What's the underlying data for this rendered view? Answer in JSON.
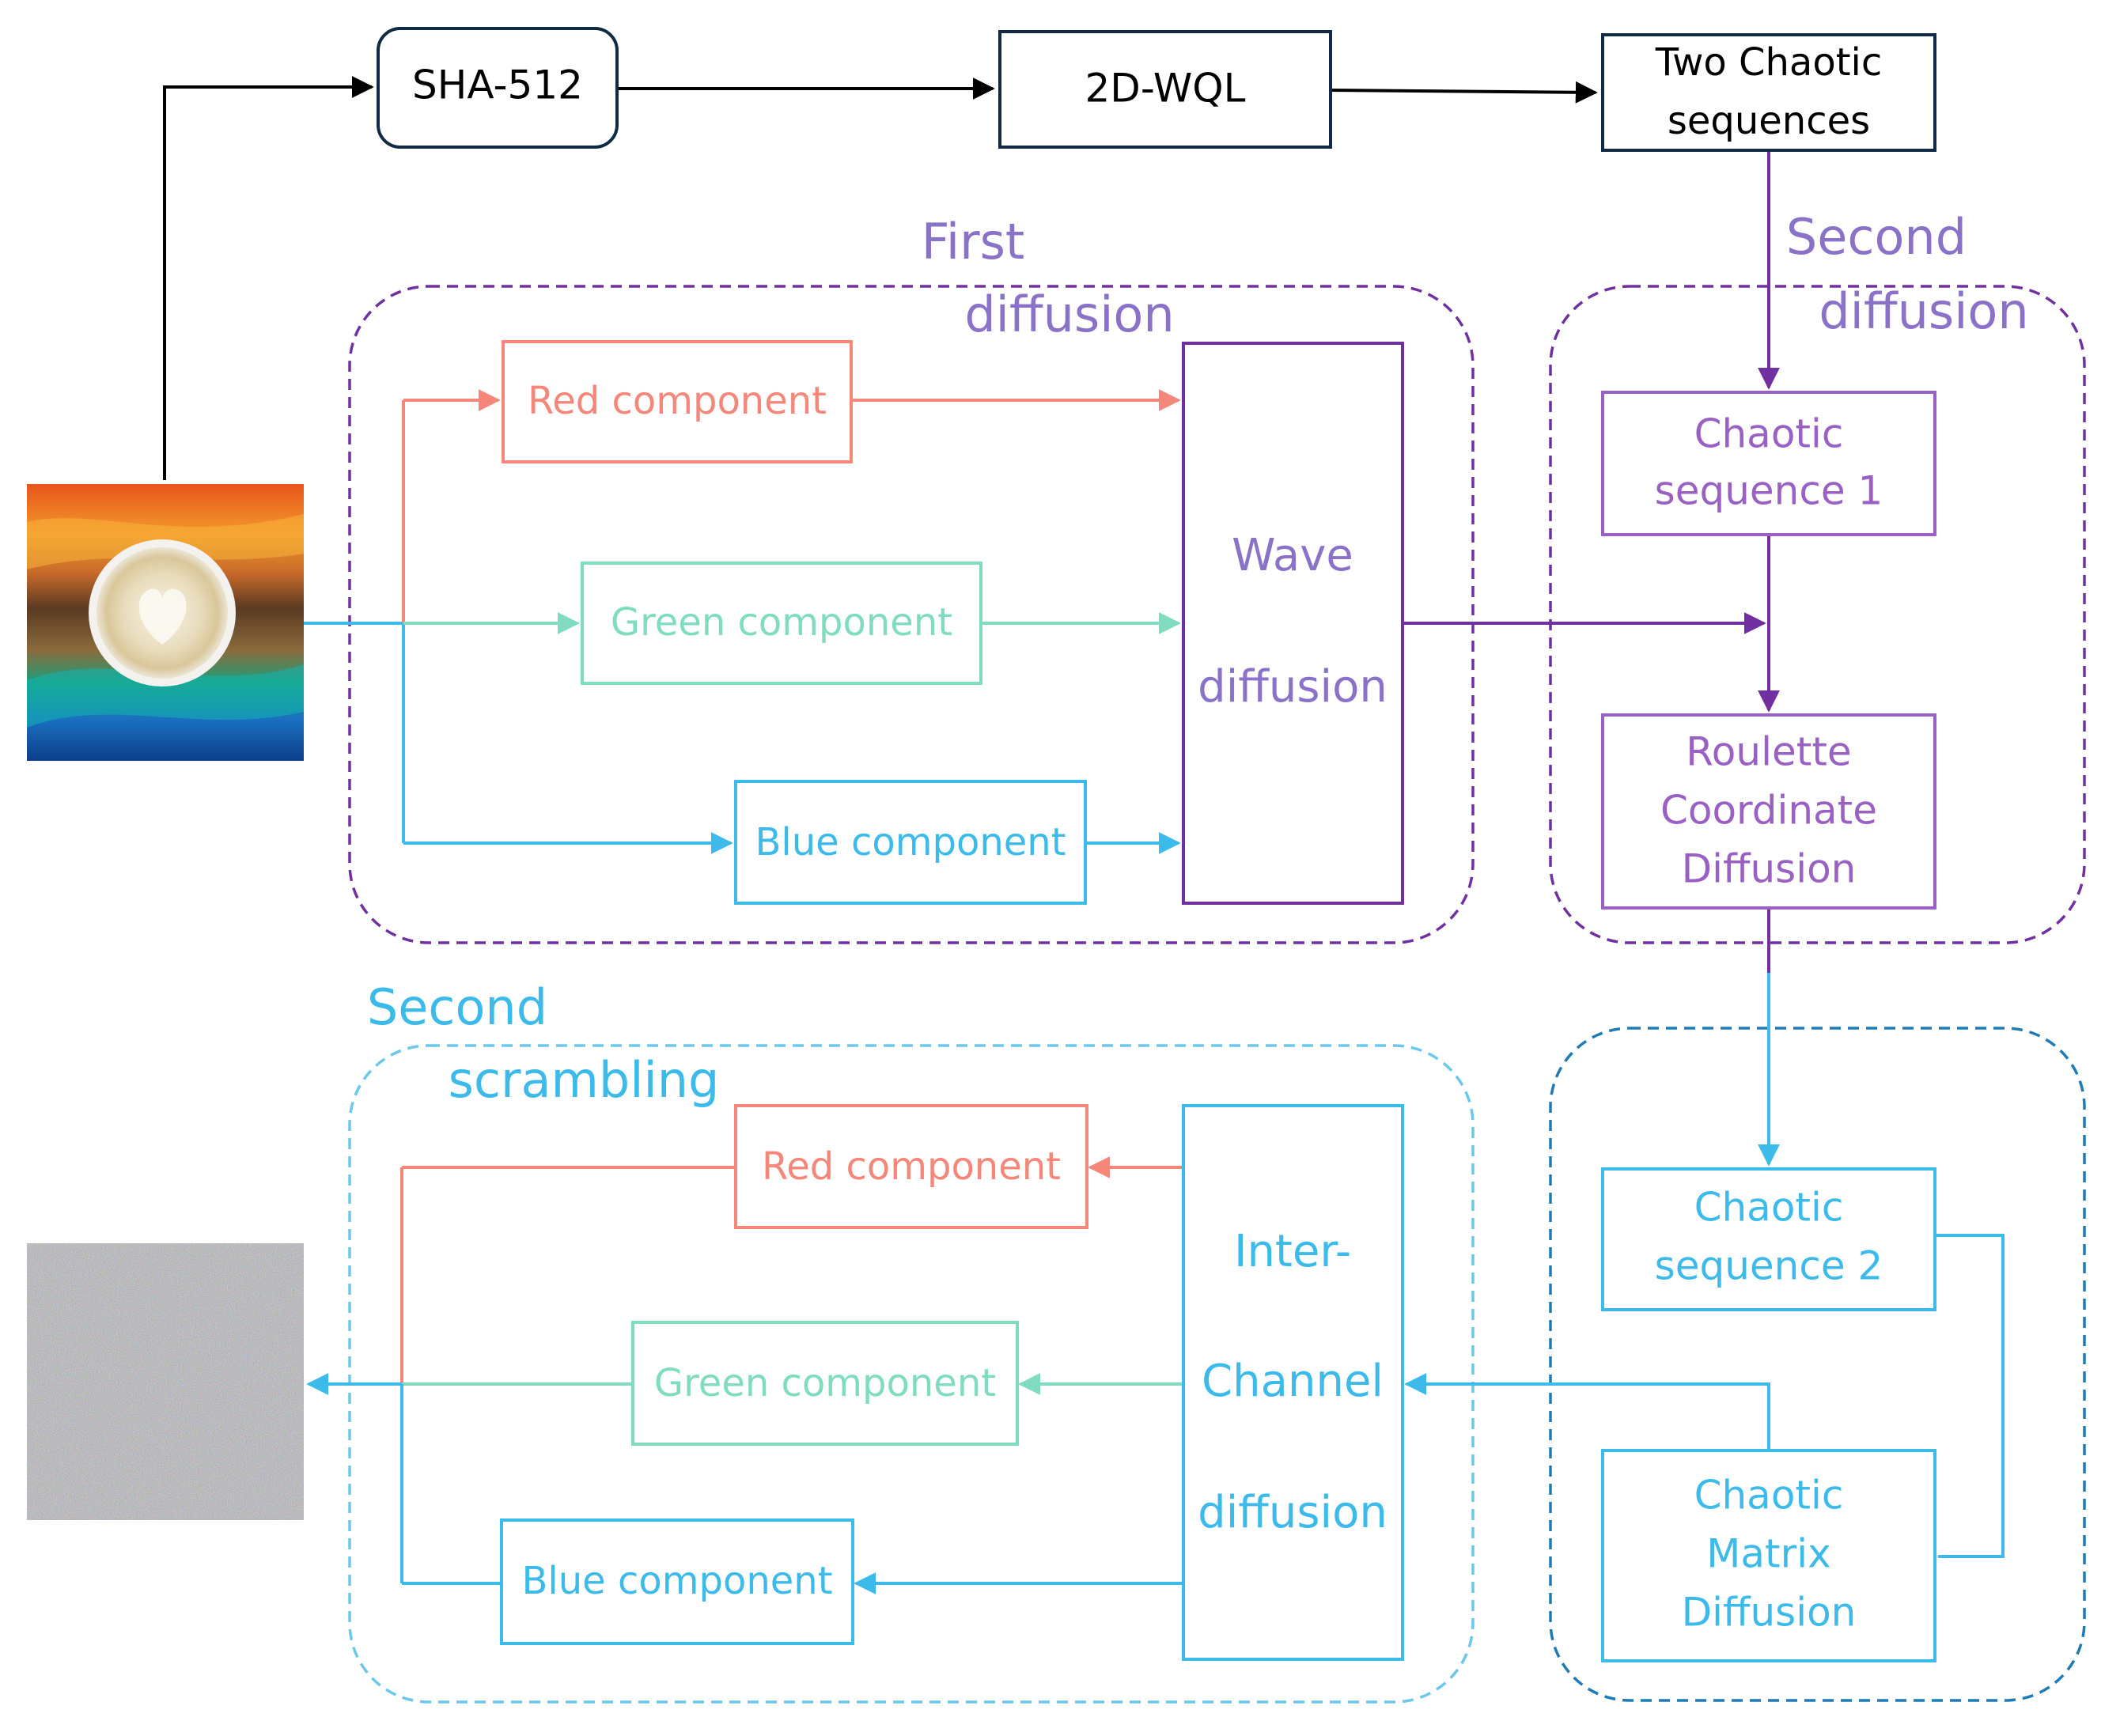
{
  "colors": {
    "black": "#000000",
    "navy": "#0f2a44",
    "purple": "#7030a0",
    "purple_text": "#8a72c8",
    "box_purple": "#9a60c4",
    "salmon": "#f4877a",
    "teal": "#7fdcc0",
    "blue": "#3cbbeb",
    "dark_blue": "#1f7ab8",
    "light_blue": "#6cc8ea"
  },
  "top_row": {
    "sha": "SHA-512",
    "wql": "2D-WQL",
    "seq_line1": "Two Chaotic",
    "seq_line2": "sequences"
  },
  "first_diffusion": {
    "title_line1": "First",
    "title_line2": "diffusion",
    "red": "Red component",
    "green": "Green component",
    "blue": "Blue component",
    "wave_line1": "Wave",
    "wave_line2": "diffusion"
  },
  "second_diffusion": {
    "title_line1": "Second",
    "title_line2": "diffusion",
    "seq1_line1": "Chaotic",
    "seq1_line2": "sequence 1",
    "roulette_line1": "Roulette",
    "roulette_line2": "Coordinate",
    "roulette_line3": "Diffusion"
  },
  "second_scrambling": {
    "title_line1": "Second",
    "title_line2": "scrambling",
    "red": "Red component",
    "green": "Green component",
    "blue": "Blue component",
    "inter_line1": "Inter-",
    "inter_line2": "Channel",
    "inter_line3": "diffusion"
  },
  "matrix_group": {
    "seq2_line1": "Chaotic",
    "seq2_line2": "sequence 2",
    "matrix_line1": "Chaotic",
    "matrix_line2": "Matrix",
    "matrix_line3": "Diffusion"
  }
}
